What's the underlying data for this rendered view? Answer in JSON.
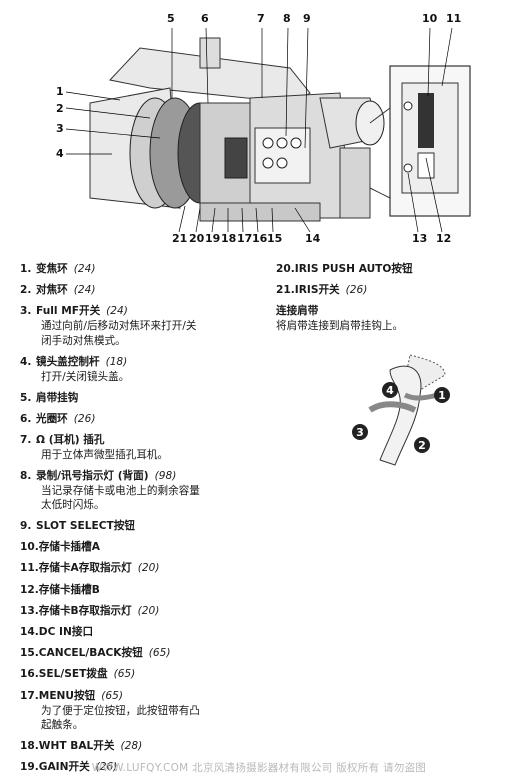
{
  "callouts": {
    "top": [
      "5",
      "6",
      "7",
      "8",
      "9",
      "10",
      "11"
    ],
    "left": [
      "1",
      "2",
      "3",
      "4"
    ],
    "bottom": [
      "21",
      "20",
      "19",
      "18",
      "17",
      "16",
      "15",
      "14",
      "13",
      "12"
    ]
  },
  "items_left": [
    {
      "num": "1.",
      "name": "变焦环",
      "page": "(24)",
      "desc": []
    },
    {
      "num": "2.",
      "name": "对焦环",
      "page": "(24)",
      "desc": []
    },
    {
      "num": "3.",
      "name": "Full MF开关",
      "page": "(24)",
      "desc": [
        "通过向前/后移动对焦环来打开/关",
        "闭手动对焦模式。"
      ]
    },
    {
      "num": "4.",
      "name": "镜头盖控制杆",
      "page": "(18)",
      "desc": [
        "打开/关闭镜头盖。"
      ]
    },
    {
      "num": "5.",
      "name": "肩带挂钩",
      "page": "",
      "desc": []
    },
    {
      "num": "6.",
      "name": "光圈环",
      "page": "(26)",
      "desc": []
    },
    {
      "num": "7.",
      "name": "Ω (耳机) 插孔",
      "page": "",
      "desc": [
        "用于立体声微型插孔耳机。"
      ]
    },
    {
      "num": "8.",
      "name": "录制/讯号指示灯 (背面)",
      "page": "(98)",
      "desc": [
        "当记录存储卡或电池上的剩余容量",
        "太低时闪烁。"
      ]
    },
    {
      "num": "9.",
      "name": "SLOT SELECT按钮",
      "page": "",
      "desc": []
    },
    {
      "num": "10.",
      "name": "存储卡插槽A",
      "page": "",
      "desc": []
    },
    {
      "num": "11.",
      "name": "存储卡A存取指示灯",
      "page": "(20)",
      "desc": []
    },
    {
      "num": "12.",
      "name": "存储卡插槽B",
      "page": "",
      "desc": []
    },
    {
      "num": "13.",
      "name": "存储卡B存取指示灯",
      "page": "(20)",
      "desc": []
    },
    {
      "num": "14.",
      "name": "DC IN接口",
      "page": "",
      "desc": []
    },
    {
      "num": "15.",
      "name": "CANCEL/BACK按钮",
      "page": "(65)",
      "desc": []
    },
    {
      "num": "16.",
      "name": "SEL/SET拨盘",
      "page": "(65)",
      "desc": []
    },
    {
      "num": "17.",
      "name": "MENU按钮",
      "page": "(65)",
      "desc": [
        "为了便于定位按钮，此按钮带有凸",
        "起触条。"
      ]
    },
    {
      "num": "18.",
      "name": "WHT BAL开关",
      "page": "(28)",
      "desc": []
    },
    {
      "num": "19.",
      "name": "GAIN开关",
      "page": "(26)",
      "desc": []
    }
  ],
  "items_right": [
    {
      "num": "20.",
      "name": "IRIS PUSH AUTO按钮",
      "page": "",
      "desc": []
    },
    {
      "num": "21.",
      "name": "IRIS开关",
      "page": "(26)",
      "desc": []
    }
  ],
  "strap": {
    "heading": "连接肩带",
    "description": "将肩带连接到肩带挂钩上。",
    "steps": [
      "1",
      "2",
      "3",
      "4"
    ]
  },
  "watermark": "WWW.LUFQY.COM 北京风清扬摄影器材有限公司 版权所有 请勿盗图"
}
